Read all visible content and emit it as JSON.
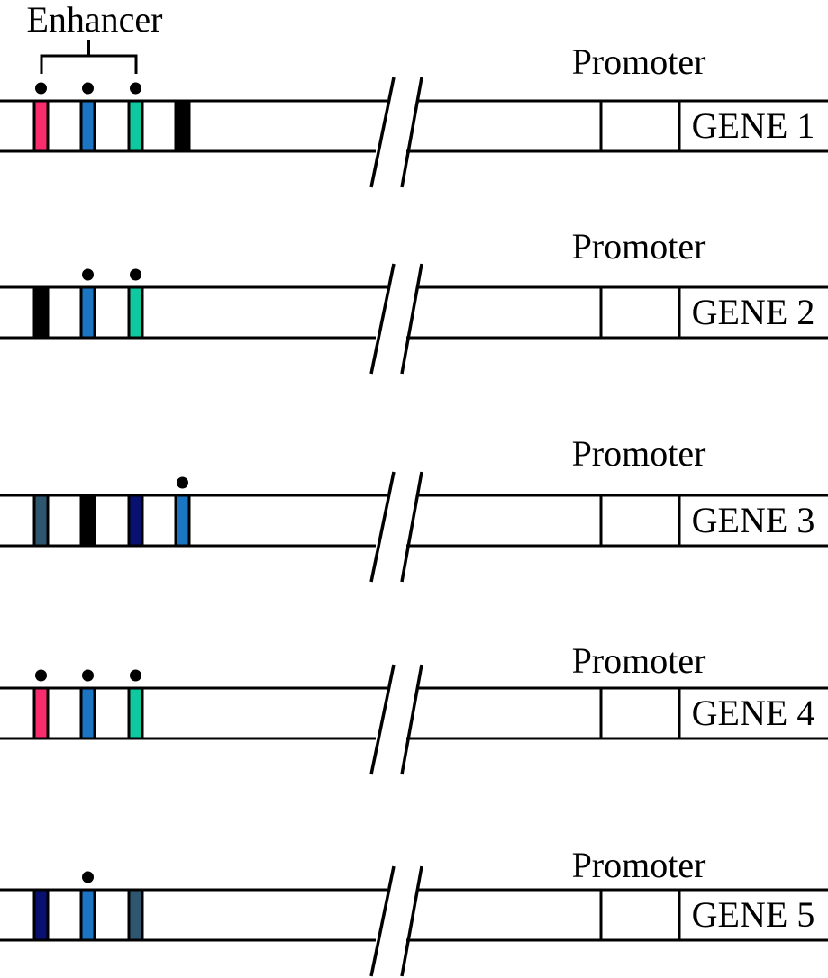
{
  "diagram": {
    "enhancer_label": "Enhancer",
    "colors": {
      "pink": "#F92D6E",
      "blue": "#1B75C3",
      "teal": "#0FC8A0",
      "navy": "#081170",
      "slate": "#2F566F",
      "black": "#000000",
      "line": "#000000",
      "background": "#FFFFFF"
    },
    "rows": [
      {
        "gene_label": "GENE 1",
        "promoter_label": "Promoter",
        "has_enhancer_bracket": true,
        "sites": [
          {
            "color": "pink",
            "dot": true
          },
          {
            "color": "blue",
            "dot": true
          },
          {
            "color": "teal",
            "dot": true
          },
          {
            "color": "black",
            "dot": false
          }
        ]
      },
      {
        "gene_label": "GENE 2",
        "promoter_label": "Promoter",
        "has_enhancer_bracket": false,
        "sites": [
          {
            "color": "black",
            "dot": false
          },
          {
            "color": "blue",
            "dot": true
          },
          {
            "color": "teal",
            "dot": true
          }
        ]
      },
      {
        "gene_label": "GENE 3",
        "promoter_label": "Promoter",
        "has_enhancer_bracket": false,
        "sites": [
          {
            "color": "slate",
            "dot": false
          },
          {
            "color": "black",
            "dot": false
          },
          {
            "color": "navy",
            "dot": false
          },
          {
            "color": "blue",
            "dot": true
          }
        ]
      },
      {
        "gene_label": "GENE 4",
        "promoter_label": "Promoter",
        "has_enhancer_bracket": false,
        "sites": [
          {
            "color": "pink",
            "dot": true
          },
          {
            "color": "blue",
            "dot": true
          },
          {
            "color": "teal",
            "dot": true
          }
        ]
      },
      {
        "gene_label": "GENE 5",
        "promoter_label": "Promoter",
        "has_enhancer_bracket": false,
        "sites": [
          {
            "color": "navy",
            "dot": false
          },
          {
            "color": "blue",
            "dot": true
          },
          {
            "color": "slate",
            "dot": false
          }
        ]
      }
    ]
  }
}
